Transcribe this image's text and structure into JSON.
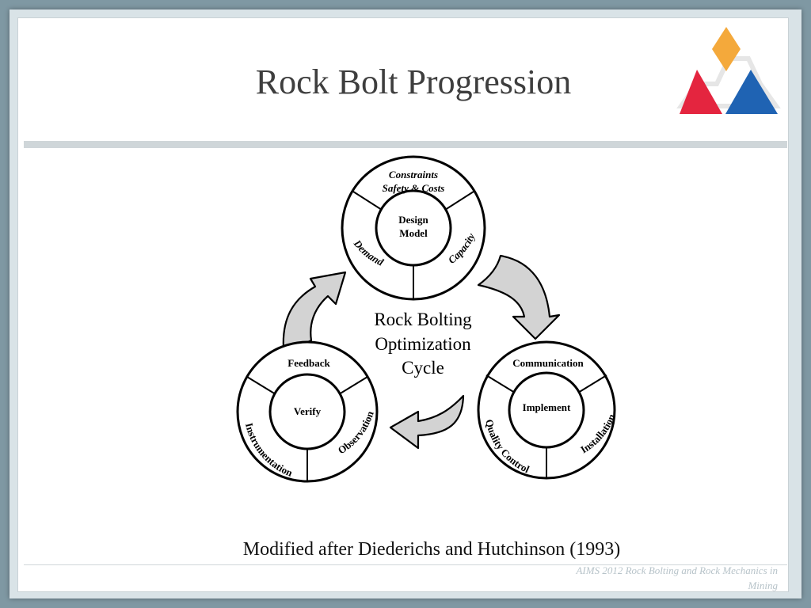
{
  "slide": {
    "title": "Rock Bolt Progression",
    "caption": "Modified after Diederichs and Hutchinson (1993)",
    "footer": "AIMS 2012 Rock Bolting and Rock Mechanics in Mining"
  },
  "diagram": {
    "center_lines": [
      "Rock Bolting",
      "Optimization",
      "Cycle"
    ],
    "design": {
      "core_lines": [
        "Design",
        "Model"
      ],
      "top_lines": [
        "Constraints",
        "Safety & Costs"
      ],
      "left": "Demand",
      "right": "Capacity"
    },
    "implement": {
      "core": "Implement",
      "top": "Communication",
      "left": "Quality Control",
      "right": "Installation"
    },
    "verify": {
      "core": "Verify",
      "top": "Feedback",
      "left": "Instrumentation",
      "right": "Observation"
    }
  },
  "colors": {
    "arrow_fill": "#d3d3d3",
    "logo_orange": "#f4a93b",
    "logo_red": "#e4253f",
    "logo_blue": "#1f63b3"
  }
}
